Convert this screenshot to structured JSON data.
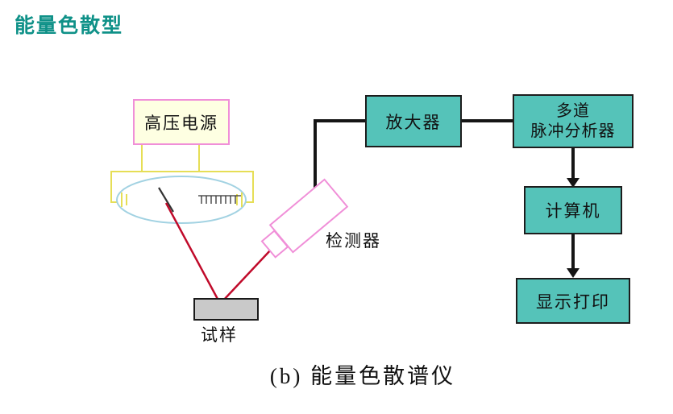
{
  "title": "能量色散型",
  "caption": "(b) 能量色散谱仪",
  "nodes": {
    "power_supply": "高压电源",
    "amplifier": "放大器",
    "analyzer_line1": "多道",
    "analyzer_line2": "脉冲分析器",
    "computer": "计算机",
    "display_print": "显示打印"
  },
  "labels": {
    "sample": "试样",
    "detector": "检测器"
  },
  "colors": {
    "title_teal": "#0f9188",
    "node_fill_teal": "#55c3b9",
    "pink_outline": "#f08fd8",
    "yellow_line": "#e6de56",
    "power_supply_fill": "#feffe2",
    "beam_red": "#c00a2a",
    "sample_gray": "#c9c9c9",
    "tube_blue": "#a2d2e2"
  }
}
